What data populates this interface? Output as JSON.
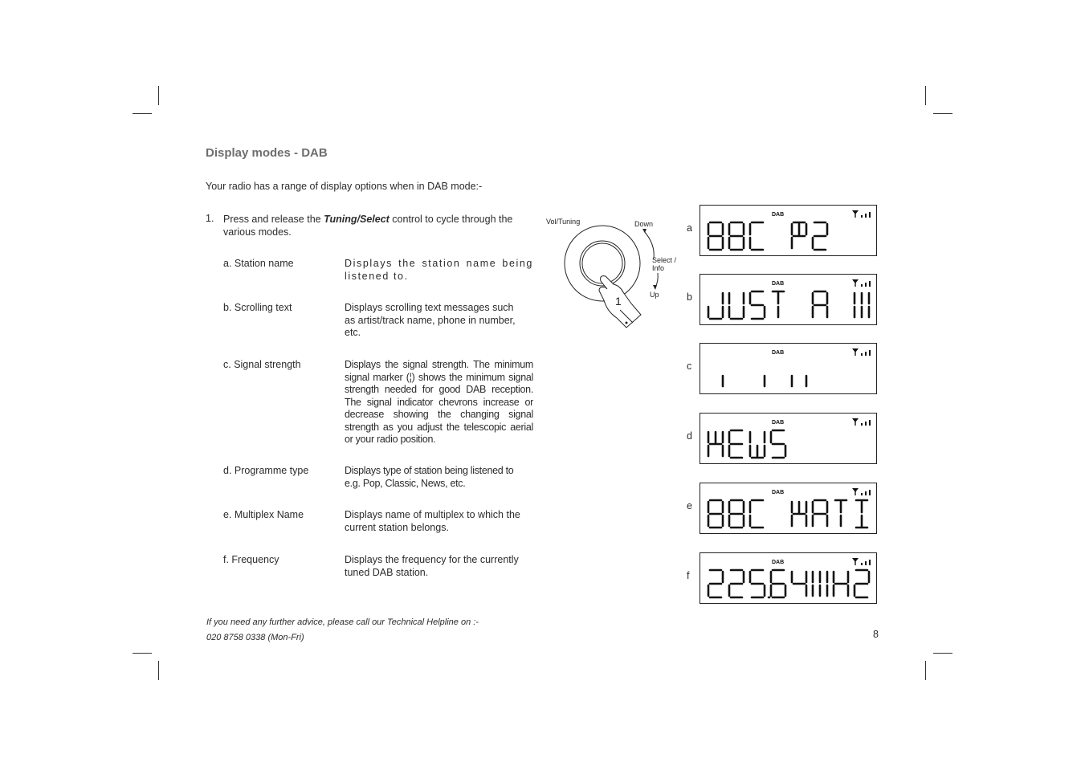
{
  "heading": "Display modes - DAB",
  "intro": "Your radio has a range of display options when in DAB mode:-",
  "step": {
    "number": "1.",
    "text_before": "Press and release the ",
    "control": "Tuning/Select",
    "text_after": " control to cycle through the various modes."
  },
  "modes": [
    {
      "label": "a. Station name",
      "desc": "Displays the station name being listened to."
    },
    {
      "label": "b. Scrolling text",
      "desc": "Displays scrolling text messages such as artist/track name, phone in number, etc."
    },
    {
      "label": "c. Signal strength",
      "desc": "Displays the signal strength. The minimum signal marker (¦) shows the minimum signal strength needed for good DAB reception. The signal indicator chevrons increase or decrease showing the changing signal strength as you adjust the telescopic aerial or your radio position."
    },
    {
      "label": "d. Programme type",
      "desc": "Displays type of station being listened to e.g. Pop, Classic, News, etc."
    },
    {
      "label": "e. Multiplex Name",
      "desc": "Displays name of multiplex to which the current station belongs."
    },
    {
      "label": "f. Frequency",
      "desc": "Displays the frequency for the currently tuned DAB station."
    }
  ],
  "diagram": {
    "knob_label": "Vol/Tuning",
    "down_label": "Down",
    "select_label_1": "Select /",
    "select_label_2": "Info",
    "up_label": "Up",
    "step_marker": "1"
  },
  "displays": [
    {
      "letter": "a",
      "badge": "DAB",
      "text": "BBC R2"
    },
    {
      "letter": "b",
      "badge": "DAB",
      "text": "JUST A M"
    },
    {
      "letter": "c",
      "badge": "DAB",
      "text": "¦ ¦ |"
    },
    {
      "letter": "d",
      "badge": "DAB",
      "text": "NEWS"
    },
    {
      "letter": "e",
      "badge": "DAB",
      "text": "BBC NATI"
    },
    {
      "letter": "f",
      "badge": "DAB",
      "text": "225.64MHZ"
    }
  ],
  "footer": {
    "line1": "If you need any further advice, please call our Technical Helpline on :-",
    "line2": "020 8758 0338 (Mon-Fri)"
  },
  "page_number": "8"
}
